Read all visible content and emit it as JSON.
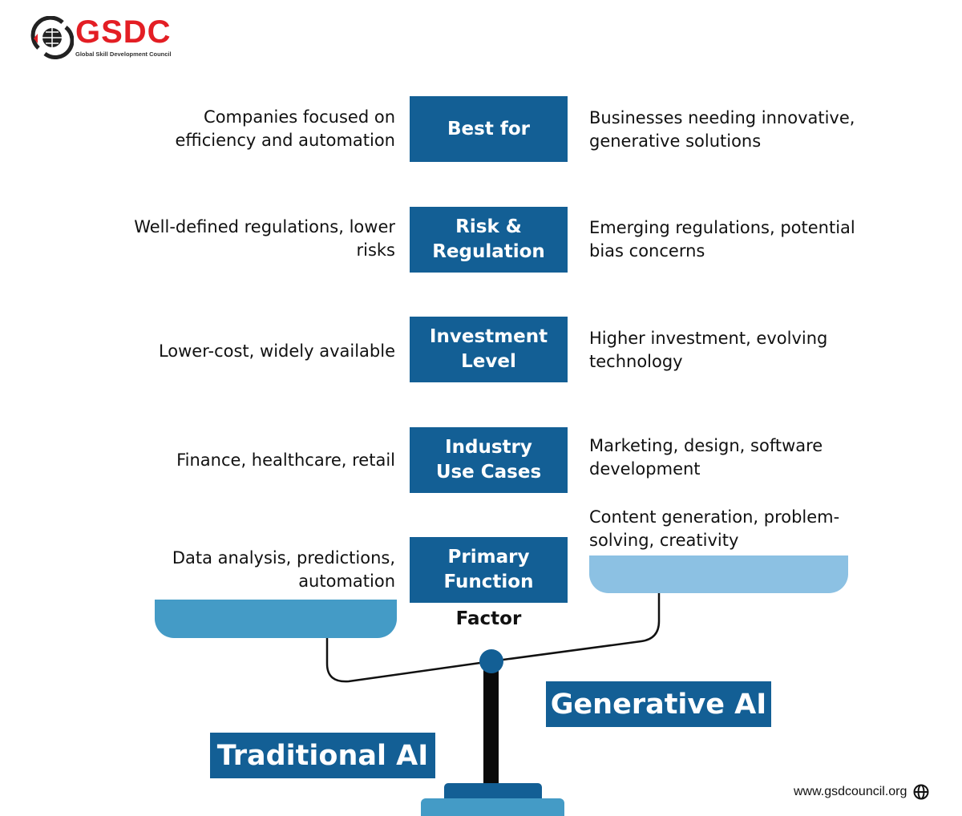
{
  "logo": {
    "name": "GSDC",
    "subtitle": "Global Skill Development Council"
  },
  "colors": {
    "primary": "#135f95",
    "left_pan": "#449bc6",
    "right_pan": "#8cc1e3",
    "logo_red": "#e31e24"
  },
  "rows": [
    {
      "factor": "Best for",
      "traditional": "Companies focused on efficiency and automation",
      "generative": "Businesses needing innovative, generative solutions"
    },
    {
      "factor": "Risk & Regulation",
      "traditional": "Well-defined regulations, lower risks",
      "generative": "Emerging regulations, potential bias concerns"
    },
    {
      "factor": "Investment Level",
      "traditional": "Lower-cost, widely available",
      "generative": "Higher investment, evolving technology"
    },
    {
      "factor": "Industry Use Cases",
      "traditional": "Finance, healthcare, retail",
      "generative": "Marketing, design, software development"
    },
    {
      "factor": "Primary Function",
      "traditional": "Data analysis, predictions, automation",
      "generative": "Content generation, problem-solving, creativity"
    }
  ],
  "factor_label": "Factor",
  "traditional_label": "Traditional AI",
  "generative_label": "Generative AI",
  "footer": {
    "url": "www.gsdcouncil.org",
    "icon": "globe-icon"
  }
}
